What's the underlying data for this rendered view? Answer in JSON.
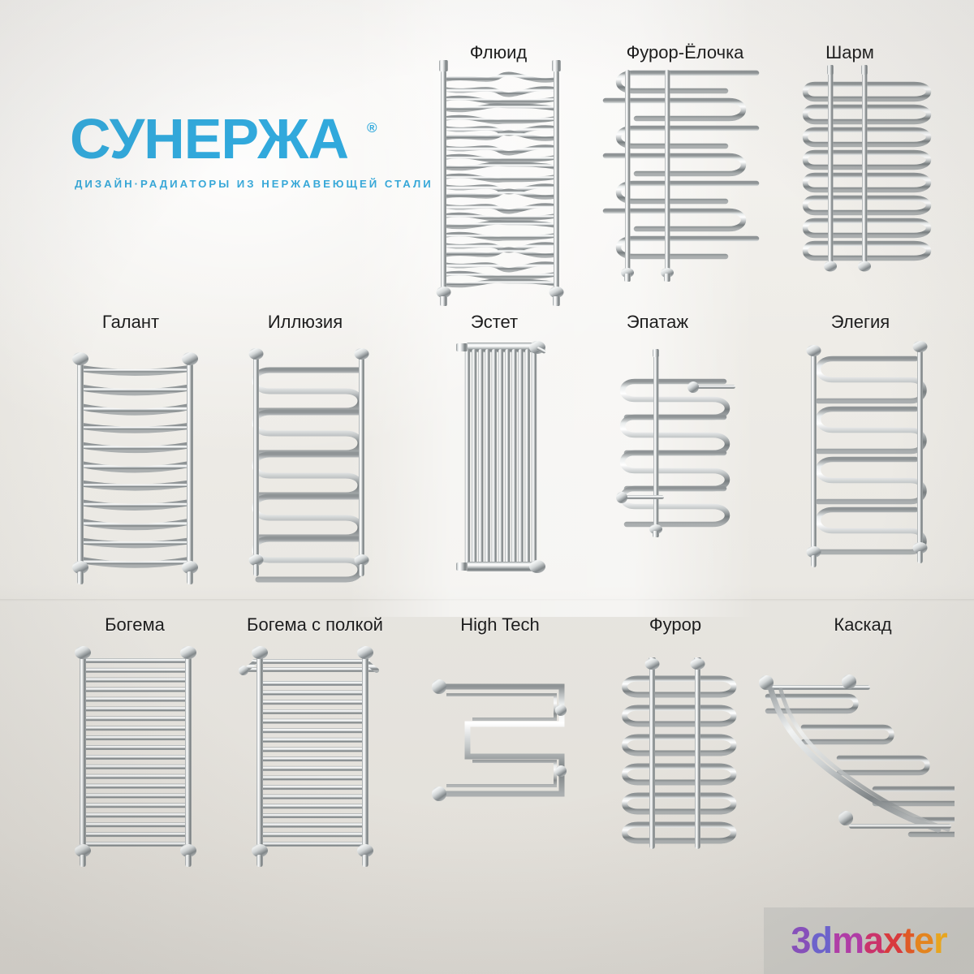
{
  "brand": {
    "name": "СУНЕРЖА",
    "registered_mark": "®",
    "tagline": "ДИЗАЙН·РАДИАТОРЫ ИЗ НЕРЖАВЕЮЩЕЙ СТАЛИ",
    "color": "#31a9dc",
    "tagline_color": "#37a8d8"
  },
  "catalog": {
    "rows": [
      {
        "items": [
          {
            "label": "Флюид",
            "style": "wavy-ladder"
          },
          {
            "label": "Фурор-Ёлочка",
            "style": "herringbone-loops"
          },
          {
            "label": "Шарм",
            "style": "wrapped-serpentine"
          }
        ]
      },
      {
        "items": [
          {
            "label": "Галант",
            "style": "curved-ladder"
          },
          {
            "label": "Иллюзия",
            "style": "zigzag-serpentine"
          },
          {
            "label": "Эстет",
            "style": "vertical-tubes"
          },
          {
            "label": "Эпатаж",
            "style": "single-post-serpentine"
          },
          {
            "label": "Элегия",
            "style": "hook-serpentine"
          }
        ]
      },
      {
        "items": [
          {
            "label": "Богема",
            "style": "straight-ladder"
          },
          {
            "label": "Богема с полкой",
            "style": "straight-ladder-shelf"
          },
          {
            "label": "High Tech",
            "style": "angular-s"
          },
          {
            "label": "Фурор",
            "style": "symmetric-loops"
          },
          {
            "label": "Каскад",
            "style": "cascade-stair"
          }
        ]
      }
    ]
  },
  "watermark": {
    "text": "3dmaxter",
    "letters": [
      "3",
      "d",
      "m",
      "a",
      "x",
      "t",
      "e",
      "r"
    ],
    "letter_colors": [
      "#8b4fc4",
      "#6f64d8",
      "#b93ab0",
      "#d82f6e",
      "#e8373c",
      "#f05a22",
      "#f68a18",
      "#fbb018"
    ],
    "background": "#cfcdc9"
  },
  "background": {
    "wall_top": "#f2f0ec",
    "wall_bottom": "#dedbd5",
    "chrome_light": "#ffffff",
    "chrome_mid": "#b9bcbd",
    "chrome_dark": "#6d7274"
  }
}
